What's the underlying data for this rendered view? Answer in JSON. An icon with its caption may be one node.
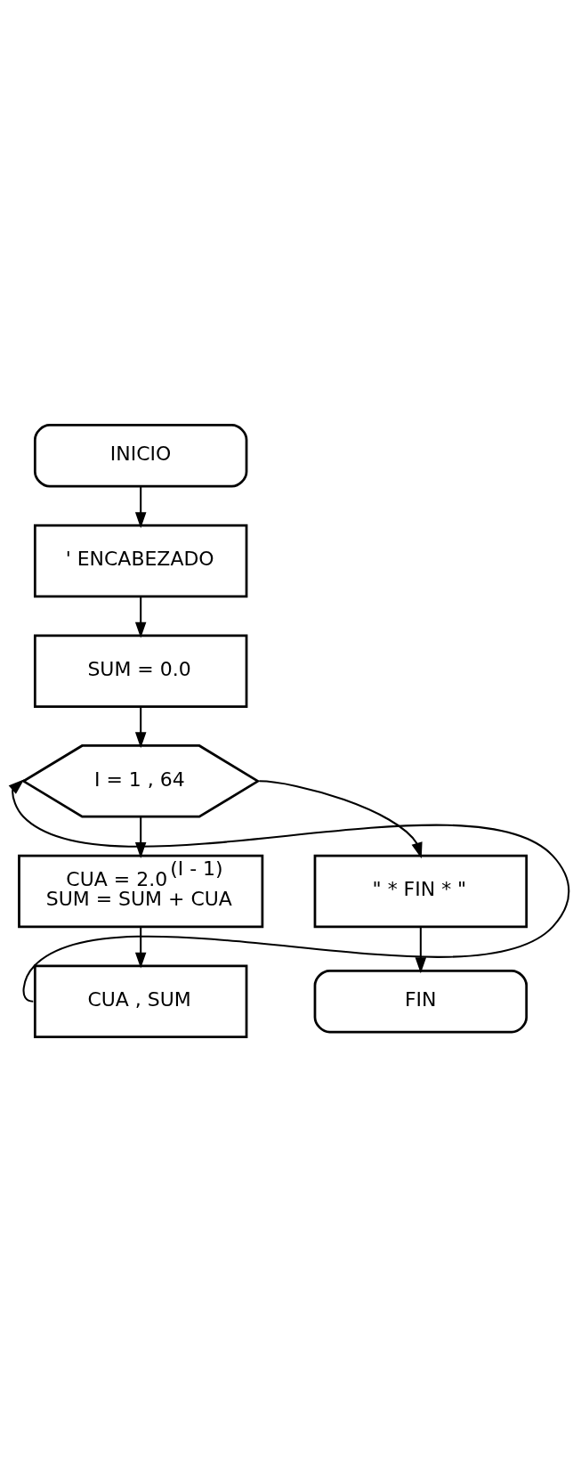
{
  "diagram": {
    "nodes": [
      {
        "text": [
          "INICIO"
        ]
      },
      {
        "text": [
          "' ENCABEZADO"
        ]
      },
      {
        "text": [
          "SUM = 0.0"
        ]
      },
      {
        "text": [
          "I = 1 , 64"
        ]
      },
      {
        "text": [
          "CUA = 2.0$^{(I - 1)}$",
          "SUM = SUM + CUA"
        ]
      },
      {
        "text": [
          "CUA , SUM"
        ]
      },
      {
        "text": [
          "\" * FIN * \""
        ]
      },
      {
        "text": [
          "FIN"
        ]
      }
    ],
    "edges": [
      {
        "from": 0,
        "to": 1,
        "arrow": "to"
      },
      {
        "from": 1,
        "to": 2,
        "arrow": "to"
      },
      {
        "from": 2,
        "to": 3,
        "arrow": "to"
      },
      {
        "from": 3,
        "to": 4,
        "arrow": "to"
      },
      {
        "from": 4,
        "to": 5,
        "arrow": "to"
      },
      {
        "from": 5,
        "to": 3,
        "arrow": "to"
      },
      {
        "from": 3,
        "to": 6,
        "arrow": "to"
      },
      {
        "from": 6,
        "to": 7,
        "arrow": "to"
      }
    ]
  }
}
